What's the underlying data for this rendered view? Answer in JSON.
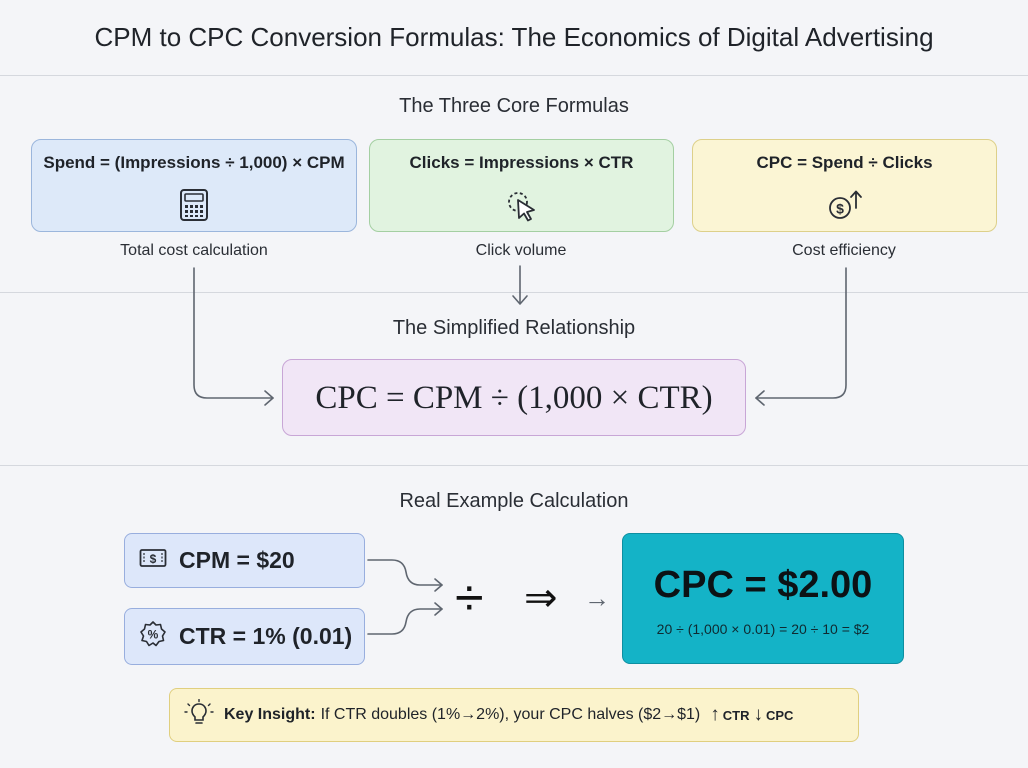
{
  "title": "CPM to CPC Conversion Formulas: The Economics of Digital Advertising",
  "sections": {
    "core": "The Three Core Formulas",
    "simplified": "The Simplified Relationship",
    "example": "Real Example Calculation"
  },
  "formulas": [
    {
      "text": "Spend = (Impressions ÷ 1,000) × CPM",
      "icon": "calculator-icon",
      "caption": "Total cost calculation"
    },
    {
      "text": "Clicks = Impressions × CTR",
      "icon": "cursor-click-icon",
      "caption": "Click volume"
    },
    {
      "text": "CPC = Spend ÷ Clicks",
      "icon": "dollar-up-icon",
      "caption": "Cost efficiency"
    }
  ],
  "simplified_formula": "CPC = CPM ÷ (1,000 × CTR)",
  "example": {
    "cpm_label": "CPM = $20",
    "ctr_label": "CTR = 1% (0.01)",
    "divide_symbol": "÷",
    "implies_symbol": "⇒",
    "arrow_symbol": "→",
    "result": "CPC = $2.00",
    "result_calc": "20 ÷ (1,000 × 0.01) = 20 ÷ 10 = $2"
  },
  "insight": {
    "label": "Key Insight:",
    "text": "If CTR doubles (1%→2%), your CPC halves ($2→$1)",
    "up_arrow": "↑",
    "ctr": "CTR",
    "down_arrow": "↓",
    "cpc": "CPC"
  },
  "colors": {
    "blue_card": "#dde9f9",
    "green_card": "#e1f3e0",
    "yellow_card": "#fbf5d4",
    "purple_card": "#f1e6f6",
    "result_teal": "#14b3c7",
    "insight_yellow": "#fbf3cc"
  }
}
